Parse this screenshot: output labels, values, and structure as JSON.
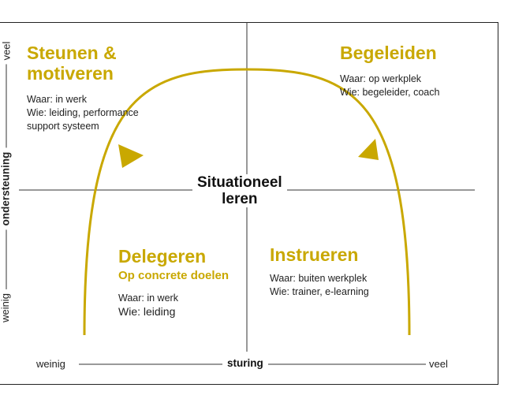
{
  "colors": {
    "accent": "#c9a800",
    "line": "#333333"
  },
  "center": {
    "line1": "Situationeel",
    "line2": "leren"
  },
  "quadrants": {
    "top_left": {
      "title_line1": "Steunen &",
      "title_line2": "motiveren",
      "line1": "Waar: in werk",
      "line2": "Wie: leiding, performance",
      "line3": "support systeem"
    },
    "top_right": {
      "title": "Begeleiden",
      "line1": "Waar: op werkplek",
      "line2": "Wie: begeleider, coach"
    },
    "bottom_left": {
      "title": "Delegeren",
      "subtitle": "Op concrete doelen",
      "line1": "Waar: in werk",
      "line2": "Wie: leiding"
    },
    "bottom_right": {
      "title": "Instrueren",
      "line1": "Waar: buiten werkplek",
      "line2": "Wie: trainer, e-learning"
    }
  },
  "x_axis": {
    "low": "weinig",
    "label": "sturing",
    "high": "veel"
  },
  "y_axis": {
    "low": "weinig",
    "label": "ondersteuning",
    "high": "veel"
  }
}
